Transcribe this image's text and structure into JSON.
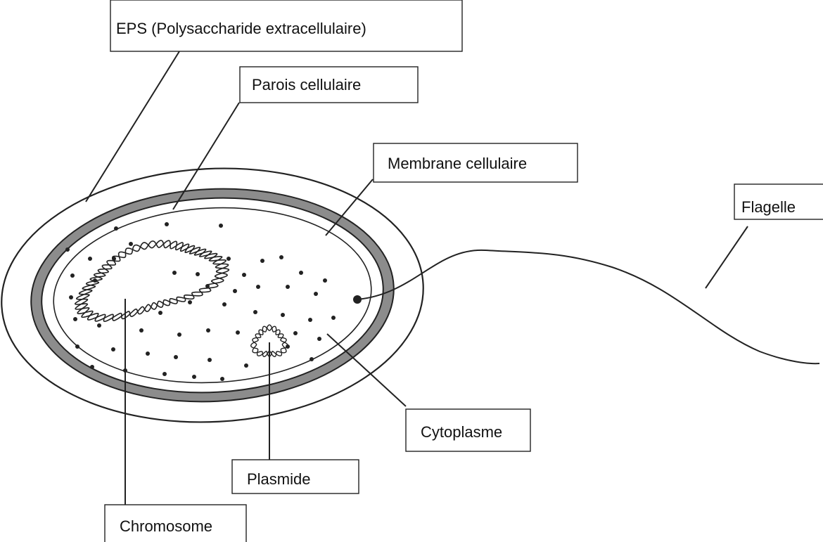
{
  "labels": {
    "eps": "EPS (Polysaccharide extracellulaire)",
    "cell_wall": "Parois cellulaire",
    "cell_membrane": "Membrane cellulaire",
    "flagellum": "Flagelle",
    "cytoplasm": "Cytoplasme",
    "plasmid": "Plasmide",
    "chromosome": "Chromosome"
  },
  "colors": {
    "outline": "#222222",
    "cell_wall_fill": "#8c8c8c",
    "background": "#ffffff"
  }
}
